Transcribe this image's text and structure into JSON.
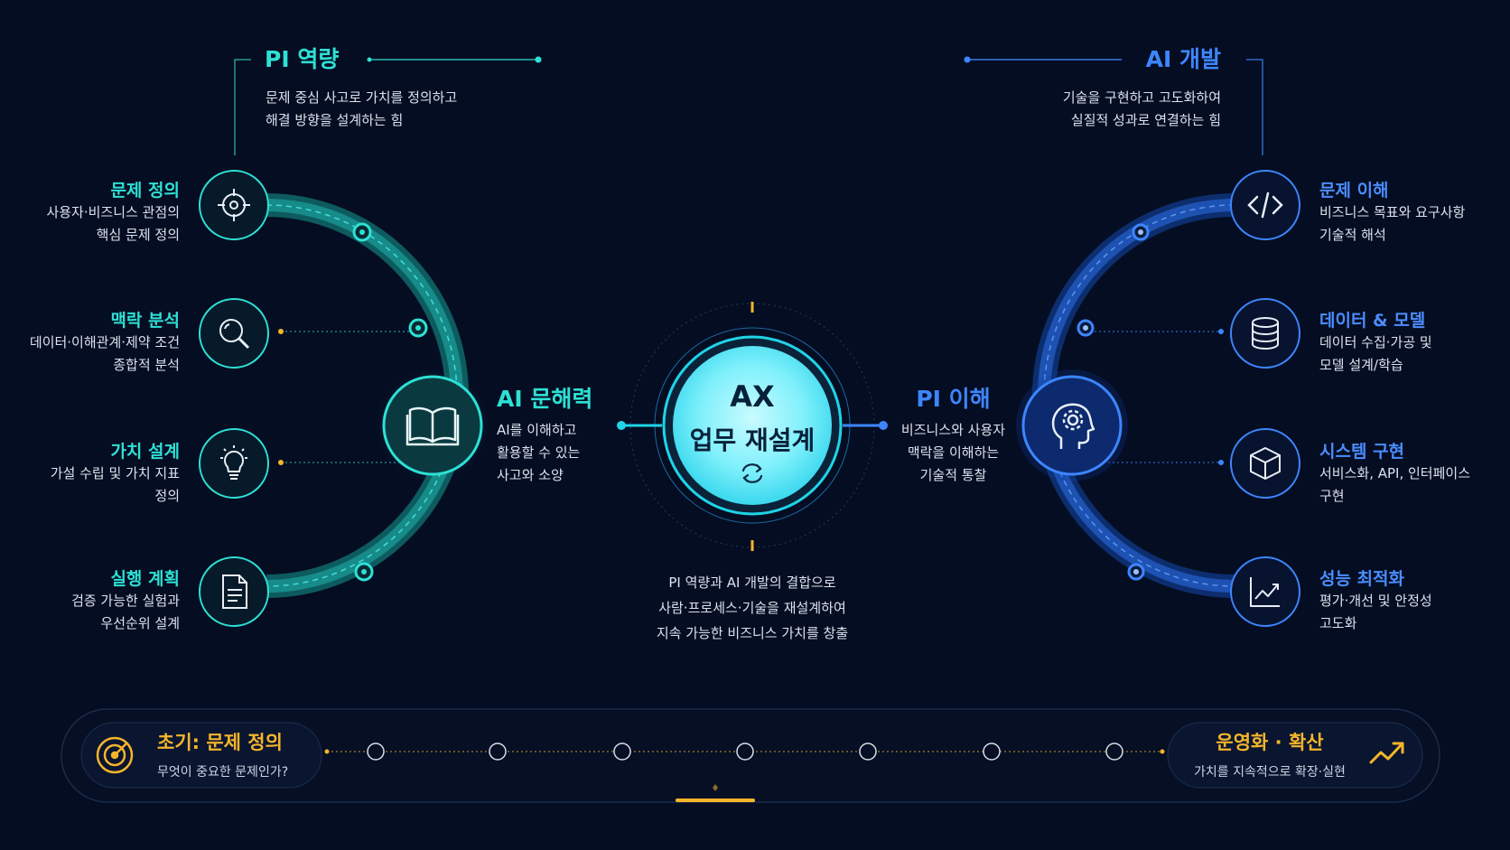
{
  "left_section": {
    "title": "PI 역량",
    "desc_line1": "문제 중심 사고로 가치를 정의하고",
    "desc_line2": "해결 방향을 설계하는 힘"
  },
  "right_section": {
    "title": "AI 개발",
    "desc_line1": "기술을 구현하고 고도화하여",
    "desc_line2": "실질적 성과로 연결하는 힘"
  },
  "left_items": [
    {
      "title": "문제 정의",
      "line1": "사용자·비즈니스 관점의",
      "line2": "핵심 문제 정의",
      "icon": "target-icon"
    },
    {
      "title": "맥락 분석",
      "line1": "데이터·이해관계·제약 조건",
      "line2": "종합적 분석",
      "icon": "magnifier-icon"
    },
    {
      "title": "가치 설계",
      "line1": "가설 수립 및 가치 지표",
      "line2": "정의",
      "icon": "lightbulb-icon"
    },
    {
      "title": "실행 계획",
      "line1": "검증 가능한 실험과",
      "line2": "우선순위 설계",
      "icon": "document-icon"
    }
  ],
  "right_items": [
    {
      "title": "문제 이해",
      "line1": "비즈니스 목표와 요구사항",
      "line2": "기술적 해석",
      "icon": "code-icon"
    },
    {
      "title": "데이터 & 모델",
      "line1": "데이터 수집·가공 및",
      "line2": "모델 설계/학습",
      "icon": "database-icon"
    },
    {
      "title": "시스템 구현",
      "line1": "서비스화, API, 인터페이스",
      "line2": "구현",
      "icon": "cube-icon"
    },
    {
      "title": "성능 최적화",
      "line1": "평가·개선 및 안정성",
      "line2": "고도화",
      "icon": "chart-icon"
    }
  ],
  "ai_literacy": {
    "title": "AI 문해력",
    "line1": "AI를 이해하고",
    "line2": "활용할 수 있는",
    "line3": "사고와 소양"
  },
  "pi_understanding": {
    "title": "PI 이해",
    "line1": "비즈니스와 사용자",
    "line2": "맥락을 이해하는",
    "line3": "기술적 통찰"
  },
  "center": {
    "title1": "AX",
    "title2": "업무 재설계",
    "caption_line1": "PI 역량과 AI 개발의 결합으로",
    "caption_line2": "사람·프로세스·기술을 재설계하여",
    "caption_line3": "지속 가능한 비즈니스 가치를 창출"
  },
  "timeline": {
    "start_title": "초기: 문제 정의",
    "start_sub": "무엇이 중요한 문제인가?",
    "end_title": "운영화 · 확산",
    "end_sub": "가치를 지속적으로 확장·실현"
  },
  "colors": {
    "background": "#050d22",
    "teal": "#2ee0d4",
    "blue": "#3d86ff",
    "orange": "#f5b52b"
  }
}
